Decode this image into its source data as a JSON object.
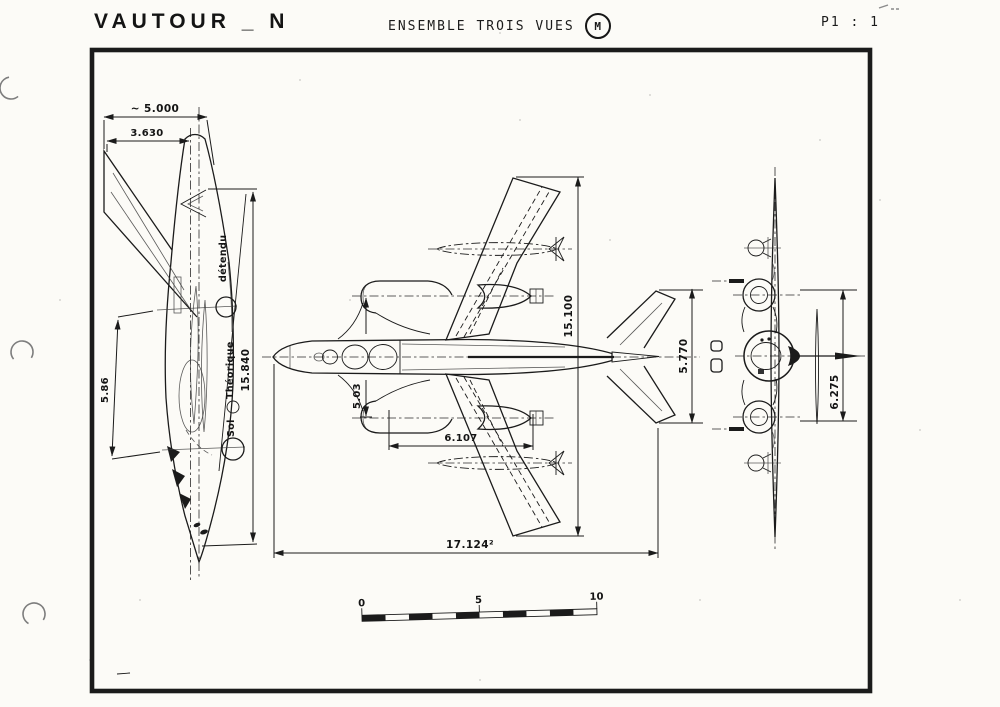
{
  "header": {
    "title": "VAUTOUR _ N",
    "drawing_title": "ENSEMBLE TROIS VUES",
    "revision": "M",
    "sheet": "P1 : 1"
  },
  "side_view": {
    "dim_overall_height": "~ 5.000",
    "dim_fin_width": "3.630",
    "dim_length": "15.840",
    "dim_wheelbase": "5.86",
    "ground_word_bottom": "Sol",
    "ground_word_mid": "Théorique",
    "ground_word_top": "détendu"
  },
  "plan_view": {
    "dim_span": "15.100",
    "dim_engine_spacing": "5.03",
    "dim_nacelle_length": "6.107",
    "dim_overall_length": "17.124²"
  },
  "front_view": {
    "dim_tailplane_span": "5.770",
    "dim_gear_spacing": "6.275"
  },
  "scale_bar": {
    "tick_0": "0",
    "tick_5": "5",
    "tick_10": "10"
  },
  "colors": {
    "ink": "#1b1b1b",
    "paper": "#fcfbf7"
  }
}
